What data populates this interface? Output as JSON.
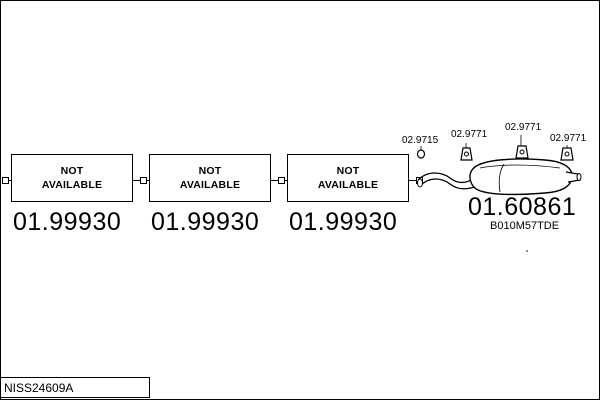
{
  "diagram": {
    "sections": [
      {
        "label_line1": "NOT",
        "label_line2": "AVAILABLE",
        "part_number": "01.99930"
      },
      {
        "label_line1": "NOT",
        "label_line2": "AVAILABLE",
        "part_number": "01.99930"
      },
      {
        "label_line1": "NOT",
        "label_line2": "AVAILABLE",
        "part_number": "01.99930"
      }
    ],
    "muffler": {
      "part_number": "01.60861",
      "code": "B010M57TDE"
    },
    "hangers": [
      "02.9715",
      "02.9771",
      "02.9771",
      "02.9771"
    ],
    "reference": "NISS24609A"
  }
}
